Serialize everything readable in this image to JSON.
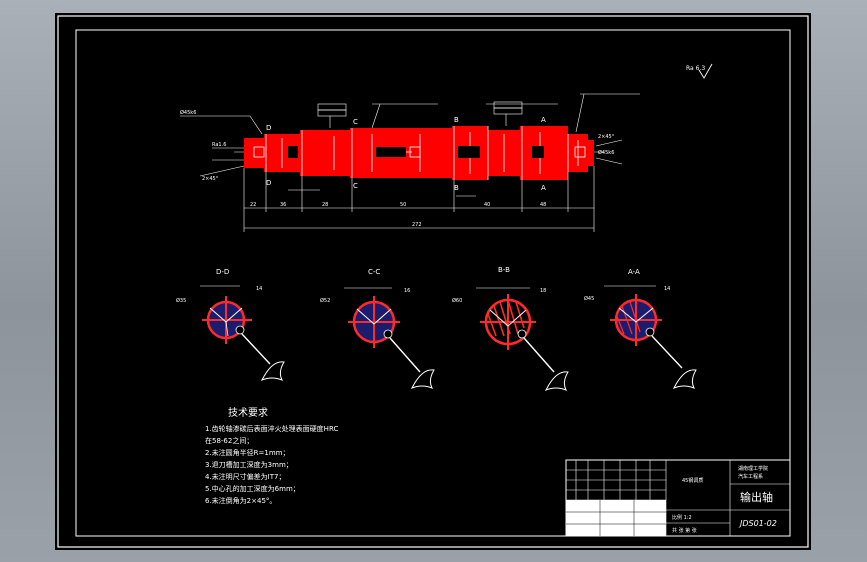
{
  "colors": {
    "background": "#000000",
    "frame": "#ffffff",
    "shaft": "#ff0000",
    "section_fill": "#1c1c6e",
    "hatch": "#ff2a2a",
    "text": "#ffffff"
  },
  "drawing": {
    "roughness_note": "Ra 6.3",
    "section_markers": [
      "D",
      "C",
      "B",
      "A"
    ],
    "overall_length": "272",
    "segment_lengths": [
      "22",
      "36",
      "28",
      "50",
      "40",
      "48"
    ],
    "left_notes": [
      "Ø45k6",
      "Ra1.6",
      "2×45°"
    ],
    "right_notes": [
      "2×45°",
      "Ø45k6"
    ]
  },
  "sections": [
    {
      "title": "D-D",
      "dim_left": "Ø35",
      "dim_right": "14"
    },
    {
      "title": "C-C",
      "dim_left": "Ø52",
      "dim_right": "16"
    },
    {
      "title": "B-B",
      "dim_left": "Ø60",
      "dim_right": "18"
    },
    {
      "title": "A-A",
      "dim_left": "Ø45",
      "dim_right": "14"
    }
  ],
  "tech": {
    "heading": "技术要求",
    "lines": [
      "1.齿轮轴渗碳后表面淬火处理表面硬度HRC",
      "在58-62之间；",
      "2.未注圆角半径R=1mm；",
      "3.退刀槽加工深度为3mm；",
      "4.未注明尺寸偏差为IT7；",
      "5.中心孔的加工深度为6mm；",
      "6.未注倒角为2×45°。"
    ]
  },
  "title_block": {
    "school": "湖南理工学院\n汽车工程系",
    "drawing_name": "输出轴",
    "drawing_code": "JDS01-02",
    "material_label": "45钢调质",
    "scale_text": "比例 1:2",
    "sheet_text": "共 张  第 张"
  }
}
